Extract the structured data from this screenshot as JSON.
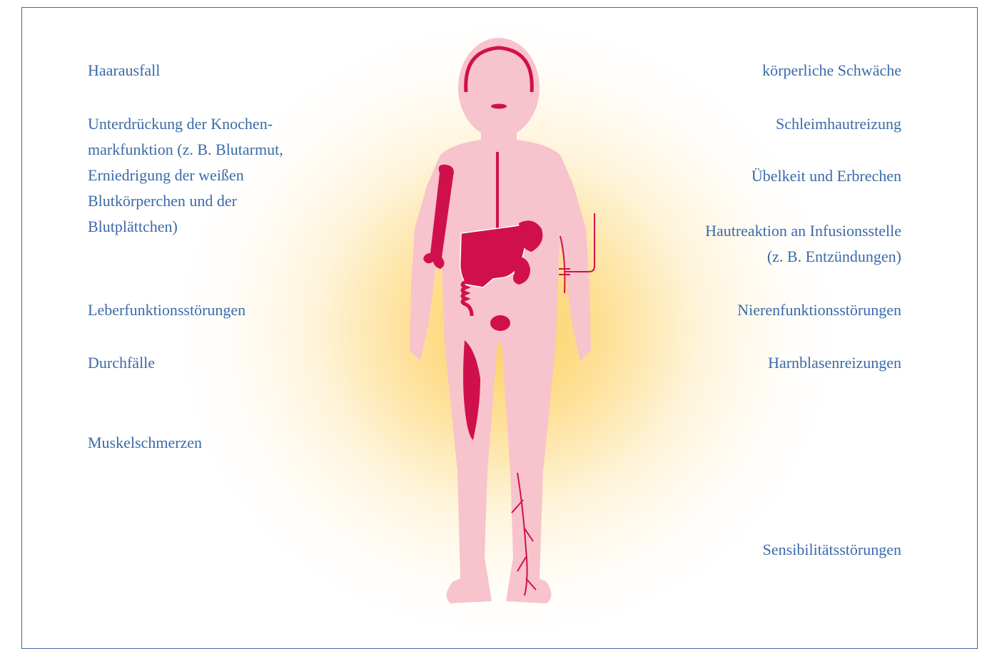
{
  "labels_left": [
    "Haarausfall",
    "Unterdrückung der Knochen-\nmarkfunktion (z. B. Blutarmut,\nErniedrigung der weißen\nBlutkörperchen und der\nBlutplättchen)",
    "Leberfunktionsstörungen",
    "Durchfälle",
    "Muskelschmerzen"
  ],
  "labels_right": [
    "körperliche Schwäche",
    "Schleimhautreizung",
    "Übelkeit und Erbrechen",
    "Hautreaktion an Infusionsstelle\n(z. B. Entzündungen)",
    "Nierenfunktionsstörungen",
    "Harnblasenreizungen",
    "Sensibilitätsstörungen"
  ],
  "colors": {
    "frame": "#3a6aa8",
    "text": "#3a6aa8",
    "body_fill": "#f7c3cc",
    "organ_fill": "#d0104c",
    "glow": "#fccc54"
  }
}
